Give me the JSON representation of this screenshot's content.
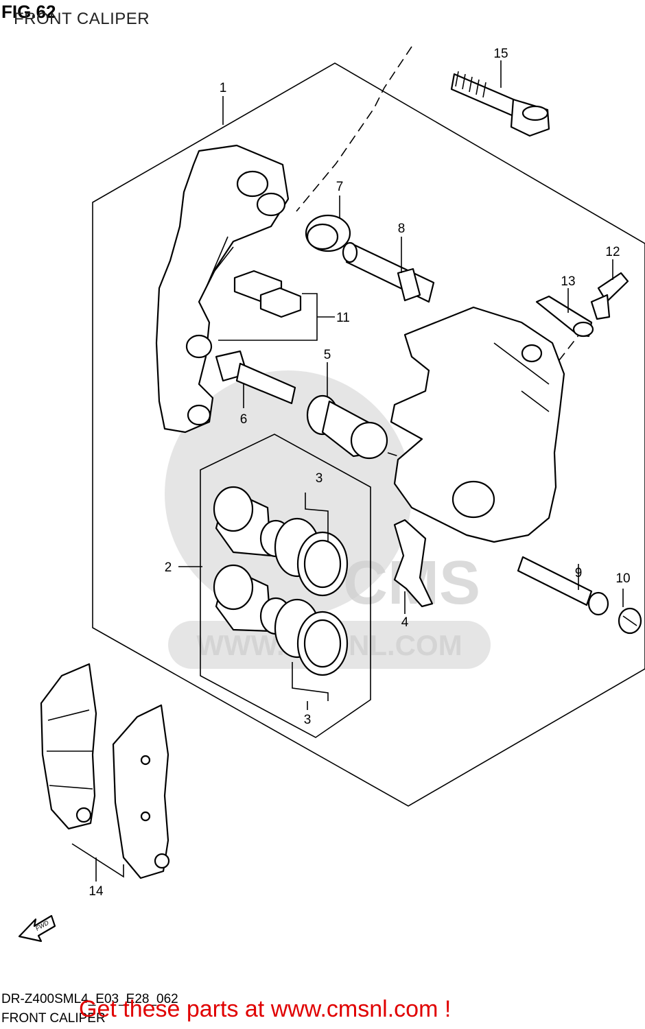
{
  "header": {
    "fig_number": "FIG.62",
    "title": "FRONT CALIPER"
  },
  "footer": {
    "model_code": "DR-Z400SML4_E03_E28_062",
    "caption": "FRONT CALIPER",
    "cta": "Get these parts at www.cmsnl.com !",
    "cta_color": "#e00000"
  },
  "watermark": {
    "text": "WWW.CMSNL.COM",
    "logo": "CMS"
  },
  "callouts": {
    "c1": "1",
    "c2": "2",
    "c3a": "3",
    "c3b": "3",
    "c4": "4",
    "c5": "5",
    "c6": "6",
    "c7": "7",
    "c8": "8",
    "c9": "9",
    "c10": "10",
    "c11": "11",
    "c12": "12",
    "c13": "13",
    "c14": "14",
    "c15": "15"
  },
  "fwd_label": "FWD"
}
